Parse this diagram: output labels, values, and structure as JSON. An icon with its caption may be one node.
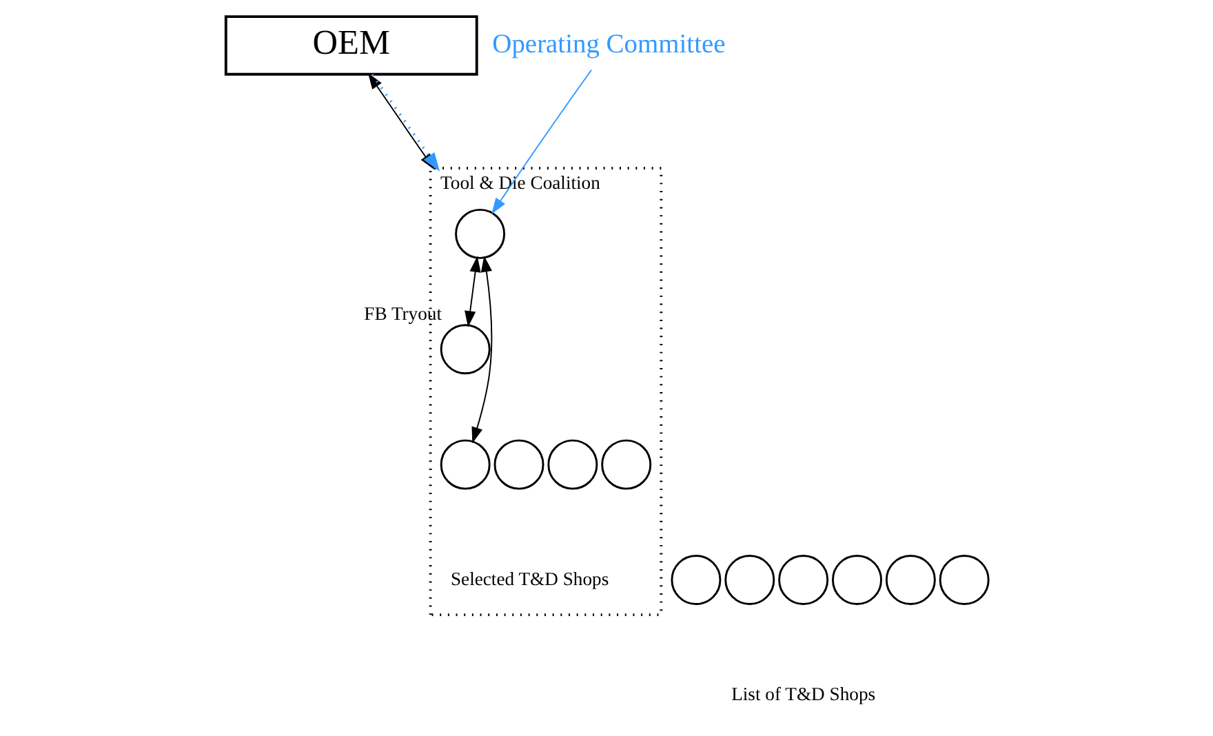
{
  "diagram": {
    "nodes": [
      {
        "text": [
          "OEM"
        ]
      },
      {
        "text": [
          "Operating Committee"
        ]
      },
      {
        "text": [
          "Tool & Die Coalition"
        ]
      },
      {
        "text": [],
        "shape": "circle",
        "in": 2
      },
      {
        "text": [],
        "shape": "circle",
        "in": 2,
        "beside": [
          "FB Tryout"
        ]
      },
      {
        "text": [],
        "shape": "circle",
        "in": 2
      },
      {
        "text": [],
        "shape": "circle",
        "in": 2
      },
      {
        "text": [],
        "shape": "circle",
        "in": 2
      },
      {
        "text": [],
        "shape": "circle",
        "in": 2
      },
      {
        "text": [],
        "shape": "circle"
      },
      {
        "text": [],
        "shape": "circle"
      },
      {
        "text": [],
        "shape": "circle"
      },
      {
        "text": [],
        "shape": "circle"
      },
      {
        "text": [],
        "shape": "circle"
      },
      {
        "text": [],
        "shape": "circle"
      }
    ],
    "edges": [
      {
        "from": 0,
        "to": 2,
        "arrow": "both"
      },
      {
        "from": 1,
        "to": 3,
        "arrow": "to",
        "color": "#3399ff"
      },
      {
        "from": 3,
        "to": 4,
        "arrow": "both"
      },
      {
        "from": 3,
        "to": 6,
        "arrow": "both"
      },
      {
        "from": 0,
        "to": 2,
        "arrow": "to",
        "style": "dashed",
        "color": "#3399ff"
      }
    ],
    "labels": [
      "Selected T&D Shops",
      "List of T&D Shops"
    ]
  }
}
